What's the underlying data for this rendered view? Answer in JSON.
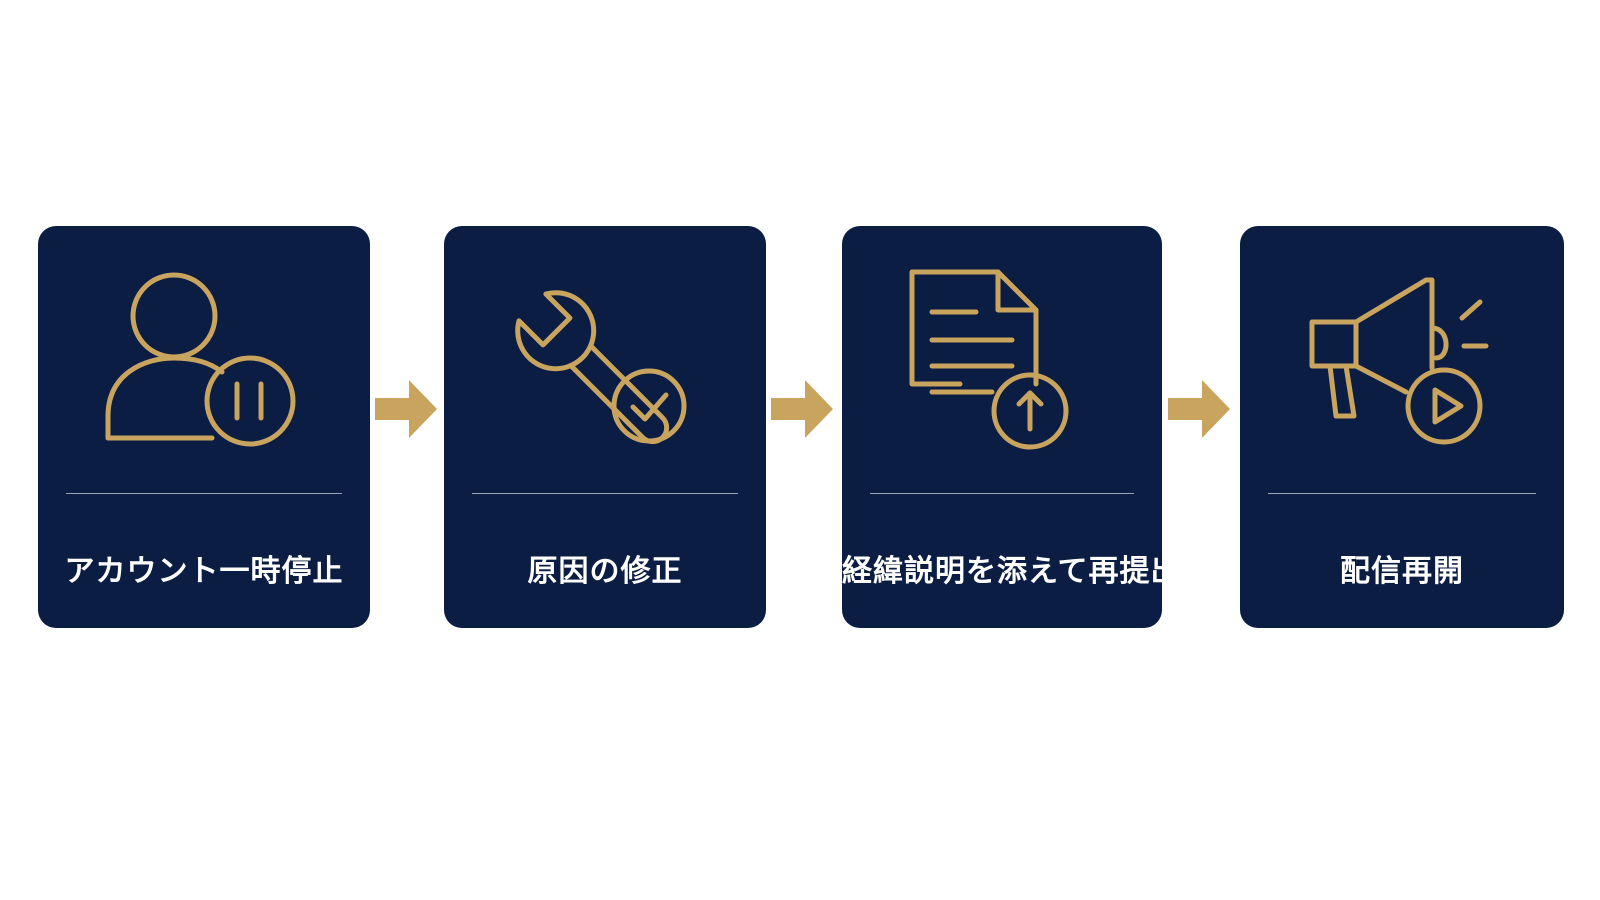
{
  "colors": {
    "background": "#ffffff",
    "card": "#0c1d43",
    "accent": "#c9a45f",
    "label": "#ffffff",
    "divider": "#9aa3b8"
  },
  "steps": [
    {
      "label": "アカウント一時停止",
      "icon": "user-pause-icon"
    },
    {
      "label": "原因の修正",
      "icon": "wrench-check-icon"
    },
    {
      "label": "経緯説明を添えて再提出",
      "icon": "document-upload-icon"
    },
    {
      "label": "配信再開",
      "icon": "megaphone-play-icon"
    }
  ],
  "connectors": [
    {
      "icon": "arrow-right-icon"
    },
    {
      "icon": "arrow-right-icon"
    },
    {
      "icon": "arrow-right-icon"
    }
  ]
}
